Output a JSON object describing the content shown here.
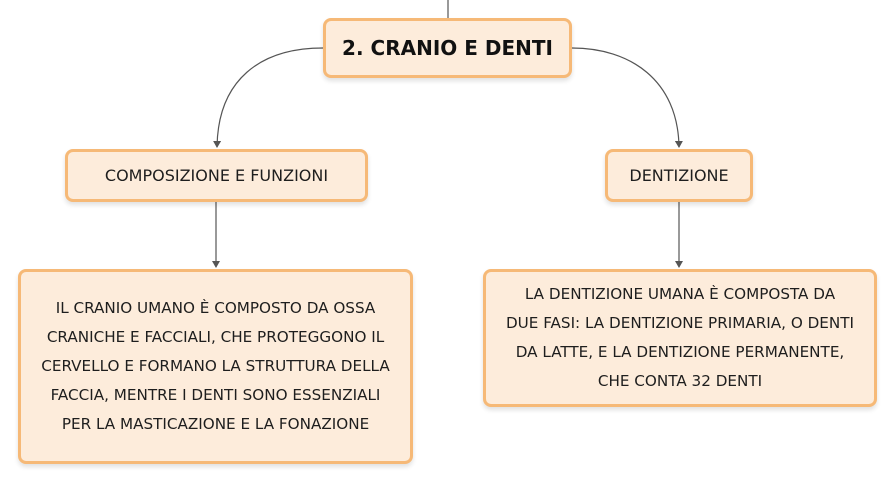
{
  "mindmap": {
    "root": {
      "label": "2. CRANIO E DENTI"
    },
    "branches": [
      {
        "label": "COMPOSIZIONE E FUNZIONI",
        "detail": "IL CRANIO UMANO È COMPOSTO DA OSSA\nCRANICHE E FACCIALI, CHE PROTEGGONO IL\nCERVELLO E FORMANO LA STRUTTURA DELLA\nFACCIA, MENTRE I DENTI SONO ESSENZIALI\nPER LA MASTICAZIONE E LA FONAZIONE"
      },
      {
        "label": "DENTIZIONE",
        "detail": "LA DENTIZIONE UMANA È COMPOSTA DA\nDUE FASI: LA DENTIZIONE PRIMARIA, O DENTI\nDA LATTE, E LA DENTIZIONE PERMANENTE,\nCHE CONTA 32 DENTI"
      }
    ]
  },
  "colors": {
    "node_fill": "#fdecdb",
    "node_border": "#f6b977",
    "connector": "#555555"
  }
}
